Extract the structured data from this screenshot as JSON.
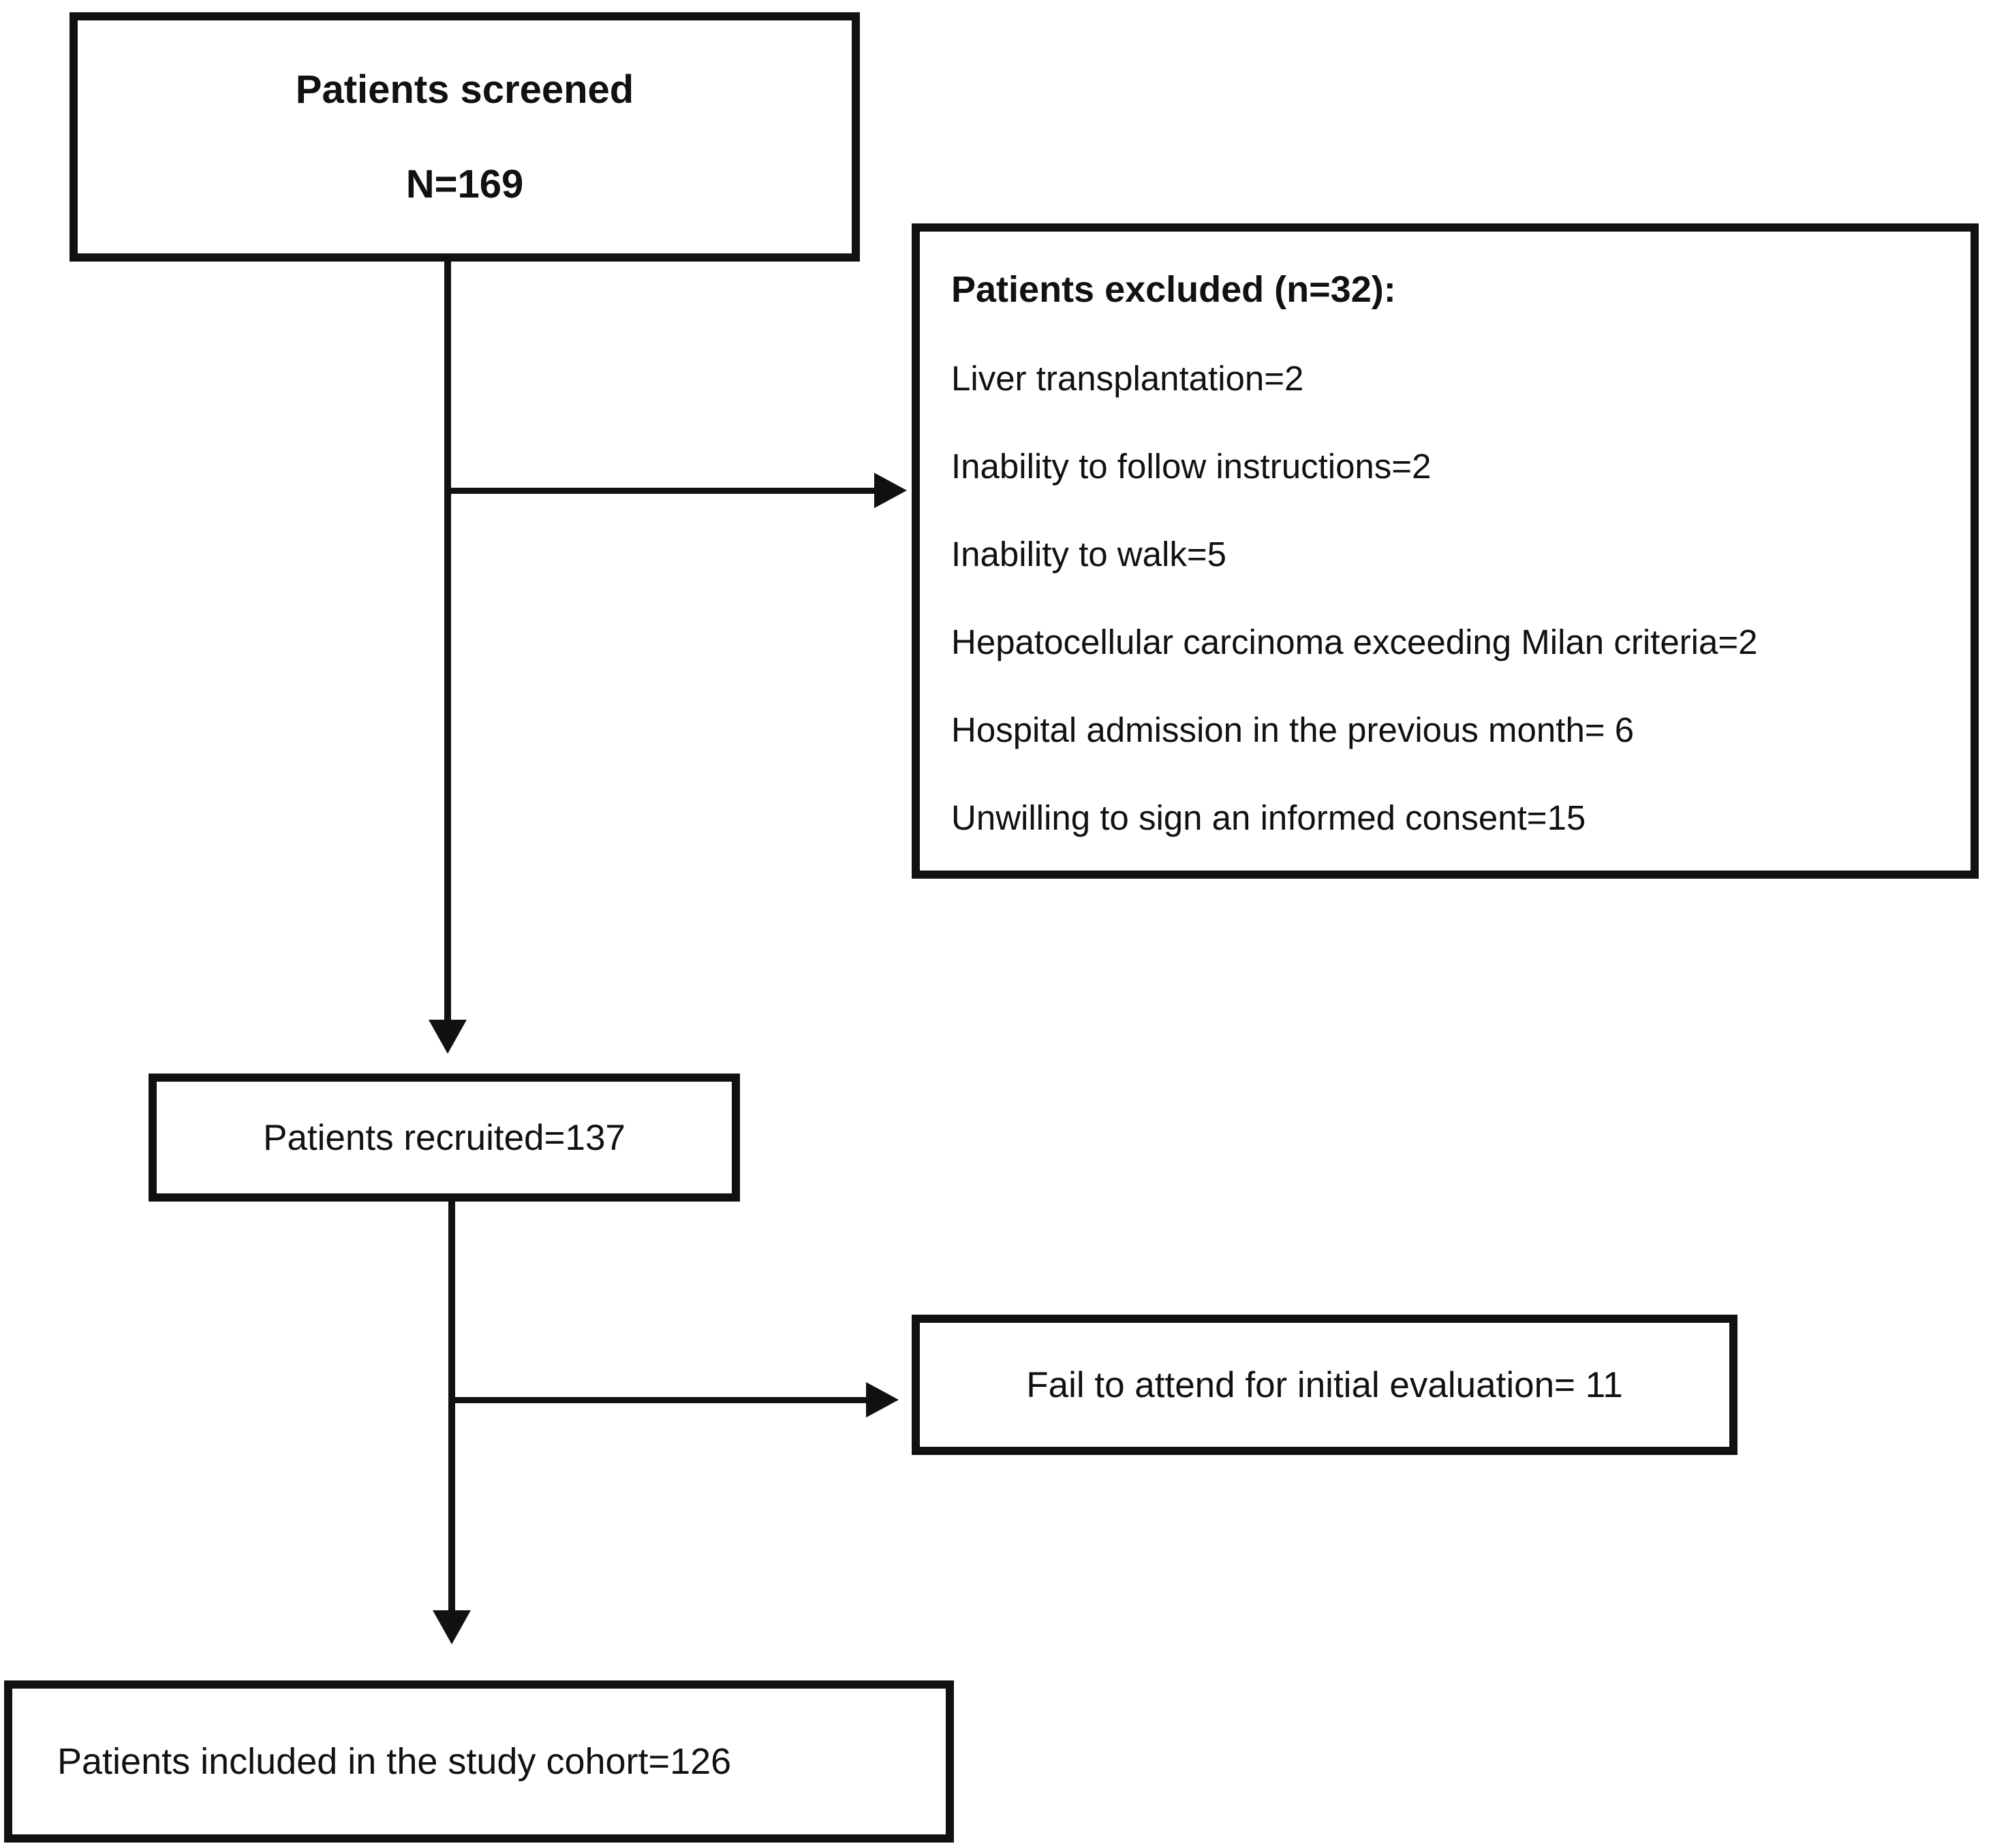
{
  "figure": {
    "type": "patient-flow-diagram",
    "background_color": "#ffffff",
    "ink_color": "#111111",
    "boxes": {
      "screened": {
        "line1": "Patients screened",
        "line2": "N=169"
      },
      "excluded": {
        "title": "Patients excluded (n=32):",
        "items": [
          "Liver transplantation=2",
          "Inability to follow instructions=2",
          "Inability to walk=5",
          "Hepatocellular carcinoma exceeding Milan criteria=2",
          "Hospital admission in the previous month= 6",
          "Unwilling to sign an informed consent=15"
        ]
      },
      "recruited": {
        "label": "Patients recruited=137"
      },
      "fail": {
        "label": "Fail to attend for initial evaluation= 11"
      },
      "included": {
        "label": "Patients included in the study cohort=126"
      }
    }
  }
}
